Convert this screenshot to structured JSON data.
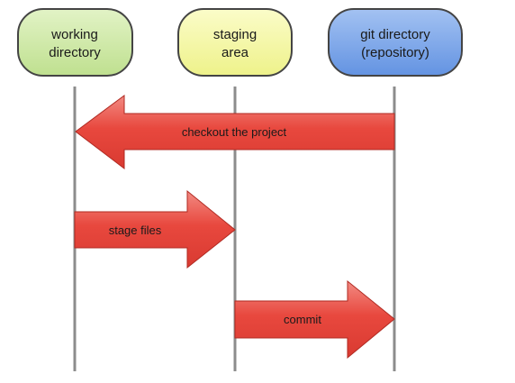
{
  "boxes": [
    {
      "id": "working",
      "line1": "working",
      "line2": "directory",
      "fill": "#cfe8a8"
    },
    {
      "id": "staging",
      "line1": "staging",
      "line2": "area",
      "fill": "#f4f7a6"
    },
    {
      "id": "git",
      "line1": "git directory",
      "line2": "(repository)",
      "fill": "#7aa6e8"
    }
  ],
  "arrows": [
    {
      "id": "checkout",
      "label": "checkout the project",
      "direction": "left",
      "from": "git",
      "to": "working"
    },
    {
      "id": "stage",
      "label": "stage files",
      "direction": "right",
      "from": "working",
      "to": "staging"
    },
    {
      "id": "commit",
      "label": "commit",
      "direction": "right",
      "from": "staging",
      "to": "git"
    }
  ],
  "colors": {
    "arrow_fill": "#e8483e",
    "arrow_fill_light": "#f07a70",
    "arrow_stroke": "#b02a22",
    "lifeline": "#8c8c8c",
    "box_stroke": "#444444"
  }
}
